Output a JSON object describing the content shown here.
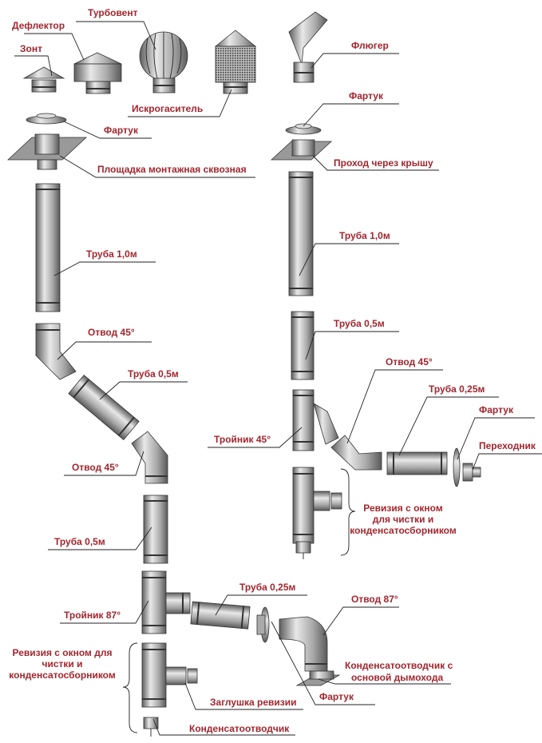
{
  "title": "Схема сборки дымохода",
  "colors": {
    "label": "#a3262e",
    "metal_light": "#e6e6e6",
    "metal_dark": "#6e6e6e",
    "line": "#222222"
  },
  "labels": {
    "turbovent": "Турбовент",
    "deflector": "Дефлектор",
    "zont": "Зонт",
    "iskrogasitel": "Искрогаситель",
    "fartuk_left_top": "Фартук",
    "ploshchadka": "Площадка монтажная сквозная",
    "fluger": "Флюгер",
    "fartuk_right_top": "Фартук",
    "prokhod": "Проход через крышу",
    "truba_1m_left": "Труба 1,0м",
    "truba_1m_right": "Труба 1,0м",
    "otvod45_left_1": "Отвод 45°",
    "truba_05_left_1": "Труба 0,5м",
    "otvod45_left_2": "Отвод 45°",
    "truba_05_right": "Труба 0,5м",
    "otvod45_right": "Отвод 45°",
    "truba_025_right": "Труба 0,25м",
    "fartuk_right_mid": "Фартук",
    "perekhodnik": "Переходник",
    "troynik45": "Тройник 45°",
    "reviziya_right": [
      "Ревизия с окном",
      "для чистки и",
      "конденсатосборником"
    ],
    "truba_05_left_2": "Труба 0,5м",
    "troynik87": "Тройник 87°",
    "truba_025_bottom": "Труба 0,25м",
    "otvod87": "Отвод 87°",
    "kondensatootvodchik_osnova": [
      "Конденсатоотводчик с",
      "основой дымохода"
    ],
    "fartuk_bottom": "Фартук",
    "reviziya_left": [
      "Ревизия с окном для",
      "чистки и",
      "конденсатосборником"
    ],
    "zaglushka": "Заглушка ревизии",
    "kondensatootvodchik": "Конденсатоотводчик"
  }
}
